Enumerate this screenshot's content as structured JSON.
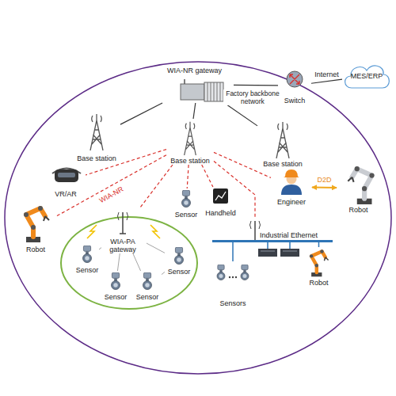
{
  "diagram": {
    "nodes": [
      {
        "text": [
          "WIA-NR gateway"
        ]
      },
      {
        "text": [
          "Switch"
        ]
      },
      {
        "text": [
          "MES/ERP"
        ]
      },
      {
        "text": [
          "Base station"
        ]
      },
      {
        "text": [
          "Base station"
        ]
      },
      {
        "text": [
          "Base station"
        ]
      },
      {
        "text": [
          "VR/AR"
        ]
      },
      {
        "text": [
          "Robot"
        ]
      },
      {
        "text": [
          "Engineer"
        ]
      },
      {
        "text": [
          "Robot"
        ]
      },
      {
        "text": [
          "Sensor"
        ]
      },
      {
        "text": [
          "Handheld"
        ]
      },
      {
        "text": [
          "WIA-PA gateway"
        ]
      },
      {
        "text": [
          "Sensor"
        ]
      },
      {
        "text": [
          "Sensor"
        ]
      },
      {
        "text": [
          "Sensor"
        ]
      },
      {
        "text": [
          "Sensor"
        ]
      },
      {
        "text": [
          "Industrial Ethernet"
        ]
      },
      {
        "text": [
          "Sensors"
        ]
      },
      {
        "text": [
          "Robot"
        ]
      }
    ],
    "edges": [
      {
        "from": 0,
        "to": 3,
        "arrow": "none"
      },
      {
        "from": 0,
        "to": 4,
        "arrow": "none"
      },
      {
        "from": 0,
        "to": 5,
        "arrow": "none"
      },
      {
        "from": 0,
        "to": 1,
        "label": "Factory backbone network",
        "arrow": "none"
      },
      {
        "from": 1,
        "to": 2,
        "label": "Internet",
        "arrow": "none"
      },
      {
        "from": 4,
        "to": 6,
        "arrow": "none"
      },
      {
        "from": 4,
        "to": 7,
        "label": "WIA-NR",
        "arrow": "none"
      },
      {
        "from": 4,
        "to": 10,
        "arrow": "none"
      },
      {
        "from": 4,
        "to": 11,
        "arrow": "none"
      },
      {
        "from": 4,
        "to": 12,
        "arrow": "none"
      },
      {
        "from": 4,
        "to": 17,
        "arrow": "none"
      },
      {
        "from": 4,
        "to": 8,
        "arrow": "none"
      },
      {
        "from": 8,
        "to": 9,
        "label": "D2D",
        "arrow": "both"
      },
      {
        "from": 12,
        "to": 13,
        "arrow": "none"
      },
      {
        "from": 12,
        "to": 14,
        "arrow": "none"
      },
      {
        "from": 12,
        "to": 15,
        "arrow": "none"
      },
      {
        "from": 12,
        "to": 16,
        "arrow": "none"
      },
      {
        "from": 13,
        "to": 14,
        "arrow": "none"
      },
      {
        "from": 15,
        "to": 16,
        "arrow": "none"
      },
      {
        "from": 17,
        "to": 18,
        "arrow": "none"
      },
      {
        "from": 17,
        "to": 19,
        "arrow": "none"
      }
    ]
  }
}
